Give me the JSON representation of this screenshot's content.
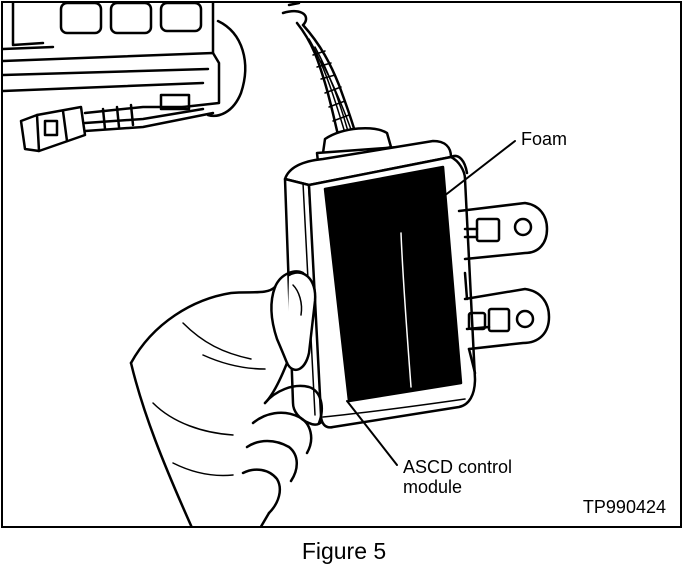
{
  "figure": {
    "caption": "Figure 5",
    "code": "TP990424"
  },
  "labels": {
    "foam": "Foam",
    "module_line1": "ASCD control",
    "module_line2": "module"
  },
  "colors": {
    "ink": "#000000",
    "paper": "#ffffff",
    "foam_fill": "#000000"
  },
  "icons": {
    "module": "ascd-control-module",
    "hand": "hand",
    "connector": "electrical-connector"
  }
}
